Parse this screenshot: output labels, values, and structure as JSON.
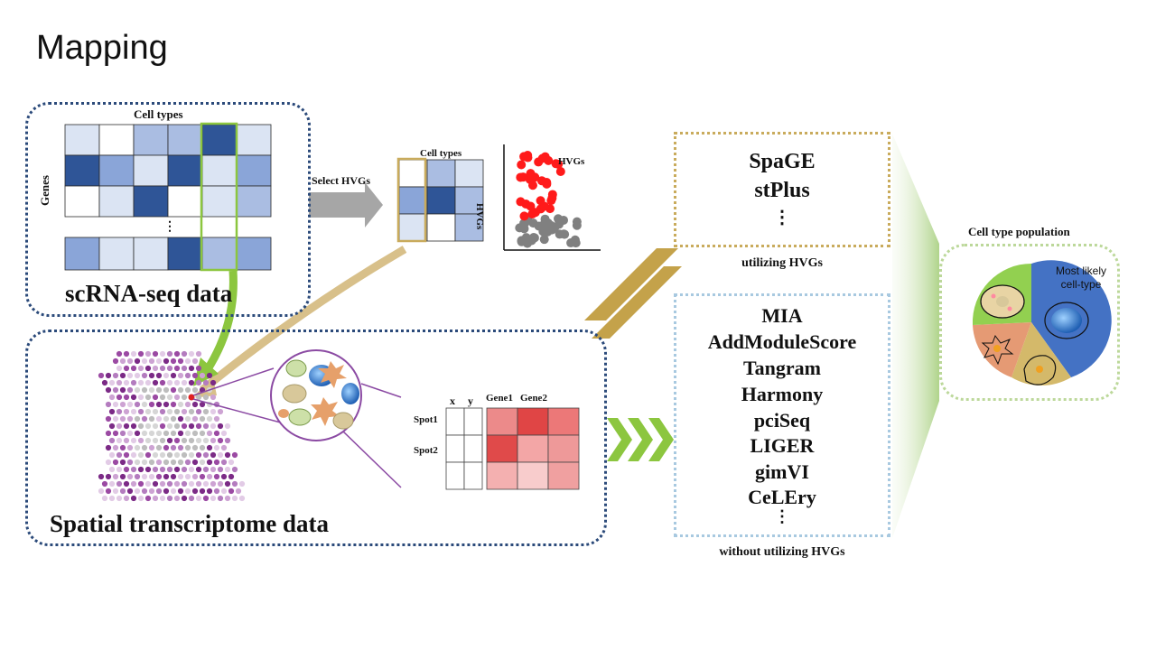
{
  "title": "Mapping",
  "sc_panel": {
    "label": "scRNA-seq data",
    "columns_label": "Cell types",
    "rows_label": "Genes",
    "ellipsis": "⋮"
  },
  "arrow_label": "Select HVGs",
  "hvg_panel": {
    "columns_label": "Cell types",
    "rows_label": "HVGs",
    "scatter_label": "HVGs"
  },
  "spatial_panel": {
    "label": "Spatial transcriptome data",
    "col_x": "x",
    "col_y": "y",
    "gene1": "Gene1",
    "gene2": "Gene2",
    "spot1": "Spot1",
    "spot2": "Spot2"
  },
  "methods_hvg": {
    "items": [
      "SpaGE",
      "stPlus",
      "⋮"
    ],
    "caption": "utilizing HVGs"
  },
  "methods_no_hvg": {
    "items": [
      "MIA",
      "AddModuleScore",
      "Tangram",
      "Harmony",
      "pciSeq",
      "LIGER",
      "gimVI",
      "CeLEry",
      "⋮"
    ],
    "caption": "without utilizing HVGs"
  },
  "pie_panel": {
    "title": "Cell type population",
    "annotation": "Most likely cell-type"
  },
  "colors": {
    "navy": "#2b4a7a",
    "gold": "#c9ab5c",
    "purple": "#8b4aa3",
    "green": "#8cc63f",
    "blue": "#4472c4",
    "red": "#e02020",
    "gray": "#7f7f7f"
  }
}
